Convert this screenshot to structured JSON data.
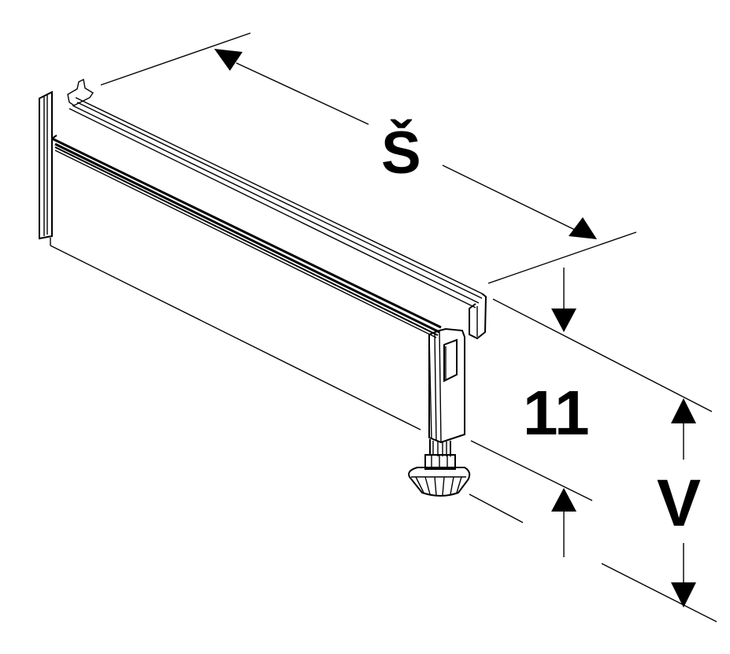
{
  "labels": {
    "width": "Š",
    "height_value": "11",
    "height": "V"
  },
  "colors": {
    "line": "#000000",
    "background": "#ffffff"
  }
}
